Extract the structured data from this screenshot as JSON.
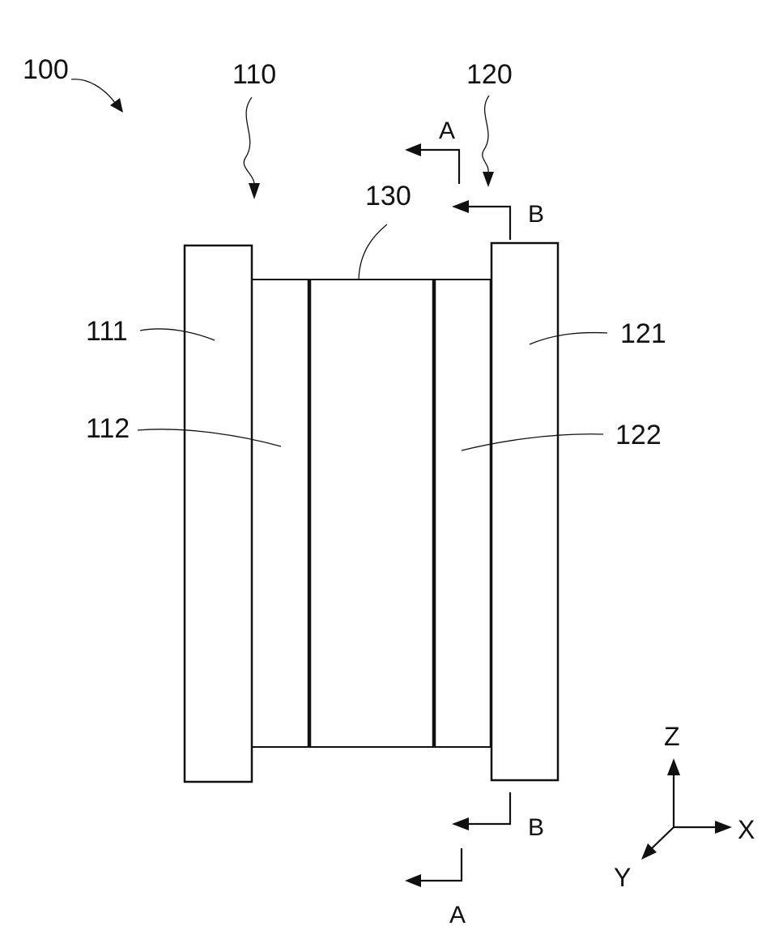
{
  "labels": {
    "device": "100",
    "first_unit": "110",
    "second_unit": "120",
    "middle_layer": "130",
    "first_plate": "111",
    "first_layer": "112",
    "second_plate": "121",
    "second_layer": "122"
  },
  "sections": {
    "a_top": "A",
    "a_bottom": "A",
    "b_top": "B",
    "b_bottom": "B"
  },
  "axes": {
    "z": "Z",
    "x": "X",
    "y": "Y"
  }
}
